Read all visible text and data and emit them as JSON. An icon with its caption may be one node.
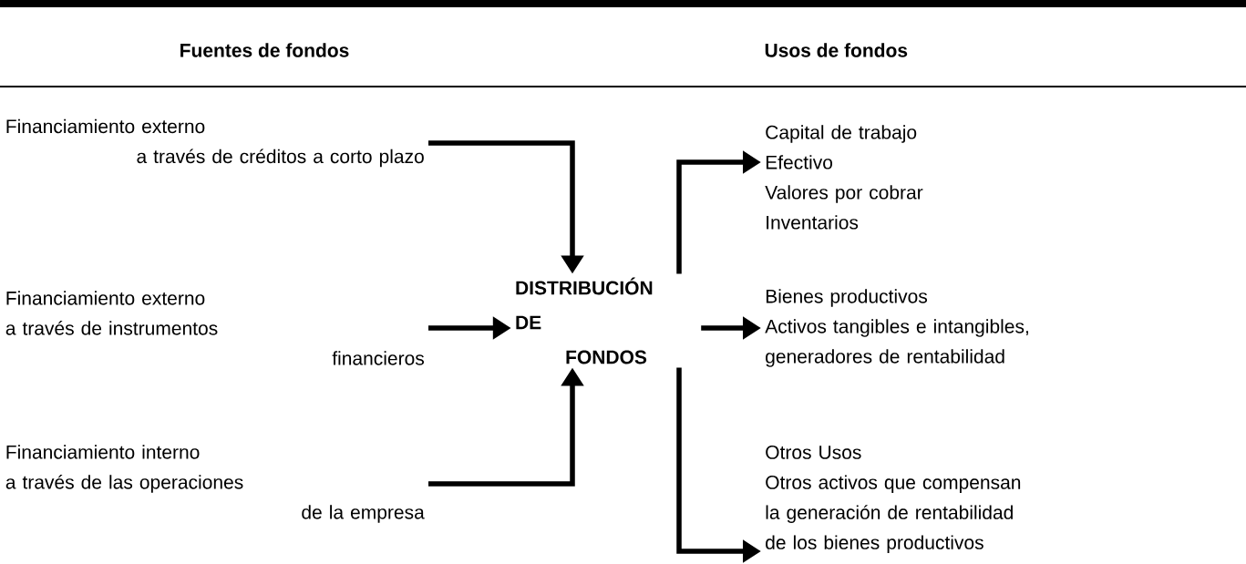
{
  "diagram": {
    "nodes": [
      {
        "text": [
          "Financiamiento externo a través de créditos a corto plazo"
        ]
      },
      {
        "text": [
          "Financiamiento externo a través de instrumentos financieros"
        ]
      },
      {
        "text": [
          "Financiamiento interno a través de las operaciones de la empresa"
        ]
      },
      {
        "text": [
          "DISTRIBUCIÓN DE FONDOS"
        ]
      },
      {
        "text": [
          "Capital de trabajo",
          "Efectivo",
          "Valores por cobrar",
          "Inventarios"
        ]
      },
      {
        "text": [
          "Bienes productivos",
          "Activos tangibles e intangibles, generadores de rentabilidad"
        ]
      },
      {
        "text": [
          "Otros Usos",
          "Otros activos que compensan la generación de rentabilidad de los bienes productivos"
        ]
      }
    ],
    "edges": [
      {
        "from": 0,
        "to": 3,
        "arrow": "to"
      },
      {
        "from": 1,
        "to": 3,
        "arrow": "to"
      },
      {
        "from": 2,
        "to": 3,
        "arrow": "to"
      },
      {
        "from": 3,
        "to": 4,
        "arrow": "to"
      },
      {
        "from": 3,
        "to": 5,
        "arrow": "to"
      },
      {
        "from": 3,
        "to": 6,
        "arrow": "to"
      }
    ],
    "labels": [
      "Fuentes de fondos",
      "Usos de fondos"
    ]
  }
}
